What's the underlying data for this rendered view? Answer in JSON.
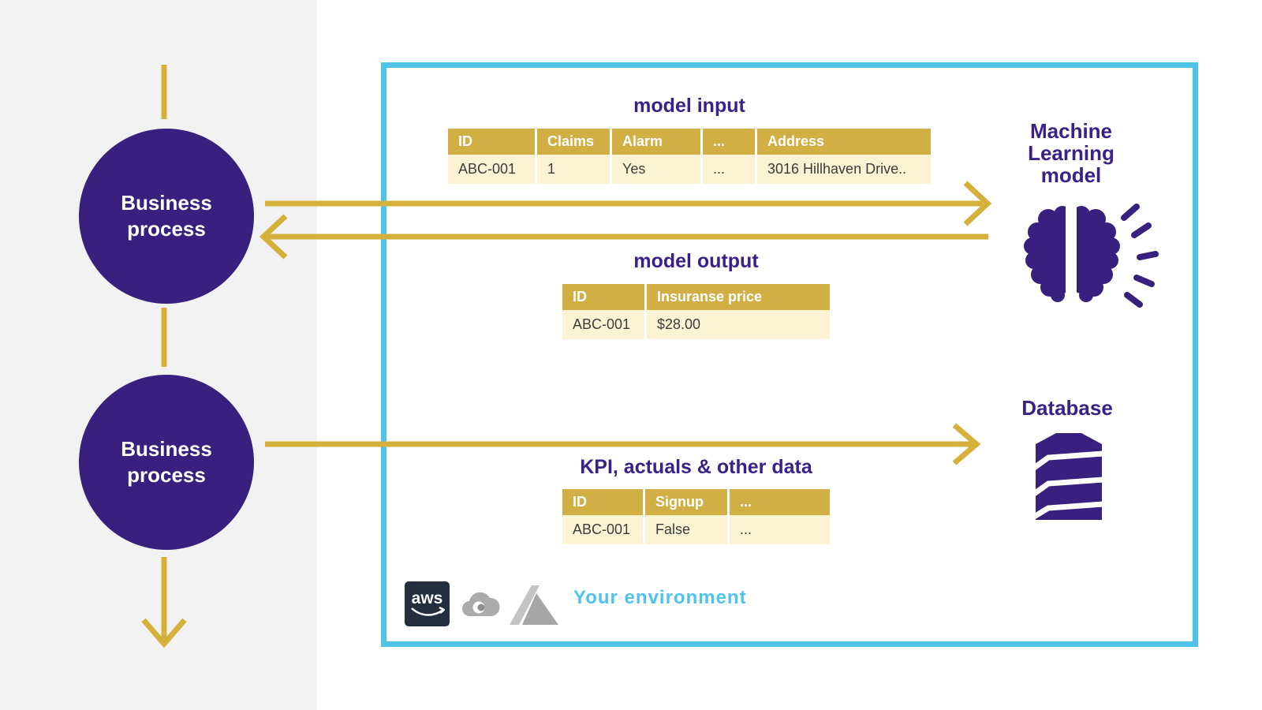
{
  "left_panel": {
    "business_process_1": "Business process",
    "business_process_2": "Business process"
  },
  "environment": {
    "model_input": {
      "title": "model input",
      "headers": [
        "ID",
        "Claims",
        "Alarm",
        "...",
        "Address"
      ],
      "row": [
        "ABC-001",
        "1",
        "Yes",
        "...",
        "3016 Hillhaven Drive.."
      ]
    },
    "model_output": {
      "title": "model output",
      "headers": [
        "ID",
        "Insuranse price"
      ],
      "row": [
        "ABC-001",
        "$28.00"
      ]
    },
    "kpi": {
      "title": "KPI, actuals & other data",
      "headers": [
        "ID",
        "Signup",
        "..."
      ],
      "row": [
        "ABC-001",
        "False",
        "..."
      ]
    },
    "ml_model_label": "Machine Learning model",
    "database_label": "Database",
    "footer": {
      "aws_text": "aws",
      "environment_label": "Your environment"
    }
  },
  "colors": {
    "purple": "#38217E",
    "gold_arrow": "#D5B13C",
    "gold_header": "#D2AF45",
    "cream_row": "#FCF3D4",
    "cyan_border": "#4FC3E8",
    "cyan_text": "#4EC3EE",
    "gray_strip": "#F2F2F2",
    "aws_navy": "#232F3E"
  }
}
